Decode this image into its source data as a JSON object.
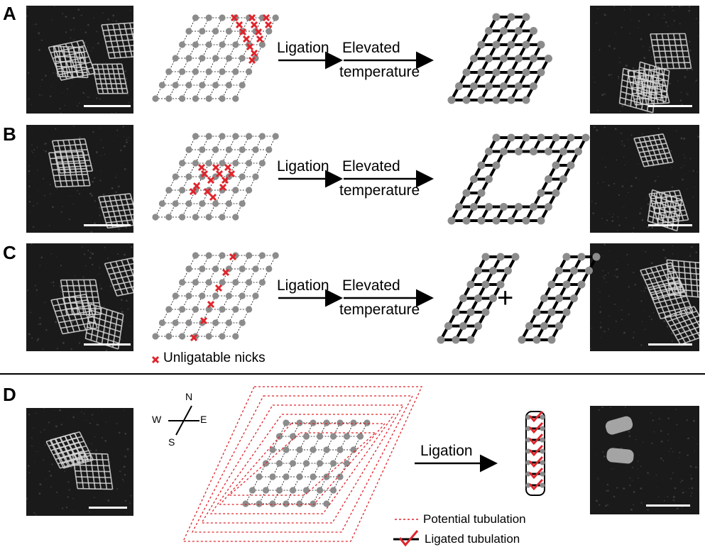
{
  "panels": {
    "a": {
      "letter": "A",
      "step1": "Ligation",
      "step2": "Elevated",
      "step2b": "temperature"
    },
    "b": {
      "letter": "B",
      "step1": "Ligation",
      "step2": "Elevated",
      "step2b": "temperature"
    },
    "c": {
      "letter": "C",
      "step1": "Ligation",
      "step2": "Elevated",
      "step2b": "temperature",
      "plus": "+"
    },
    "d": {
      "letter": "D",
      "step1": "Ligation"
    }
  },
  "legend": {
    "unligatable": "Unligatable nicks",
    "potential": "Potential tubulation",
    "ligated": "Ligated tubulation"
  },
  "compass": {
    "n": "N",
    "e": "E",
    "s": "S",
    "w": "W"
  },
  "colors": {
    "nick_red": "#e0242b",
    "dot_gray": "#8c8c8c",
    "edge_black": "#000000",
    "micrograph_bg": "#1a1a1a",
    "lattice_white": "#d9d9d9"
  },
  "icons": {
    "arrow": "arrow-right-icon",
    "nick": "red-x-icon",
    "ligated": "red-check-icon"
  }
}
